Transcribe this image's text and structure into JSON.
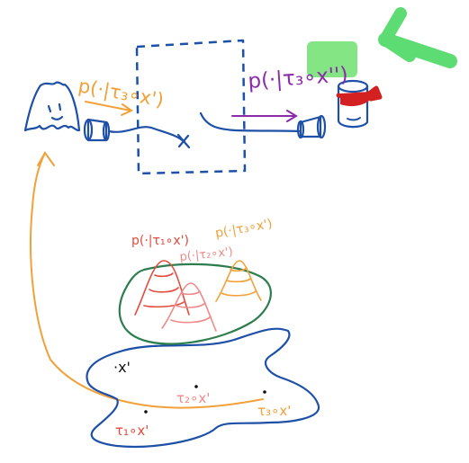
{
  "labels": {
    "top_left_eq": "p(·|τ₃∘x')",
    "top_right_eq": "p(·|τ₃∘x'')",
    "dist_1": "p(·|τ₁∘x')",
    "dist_2": "p(·|τ₂∘x')",
    "dist_3": "p(·|τ₃∘x')",
    "point_x": "·x'",
    "point_t1": "τ₁∘x'",
    "point_t2": "τ₂∘x'",
    "point_t3": "τ₃∘x'"
  },
  "colors": {
    "ink_blue": "#1e50a8",
    "orange": "#f2a13a",
    "purple": "#8a2ca8",
    "dist1_red": "#e24b3d",
    "dist2_pink": "#f08a8a",
    "dist3_orange": "#f2a13a",
    "green_outline": "#2e7d4f",
    "highlight_green": "#4cd964",
    "blindfold_red": "#d32020"
  }
}
